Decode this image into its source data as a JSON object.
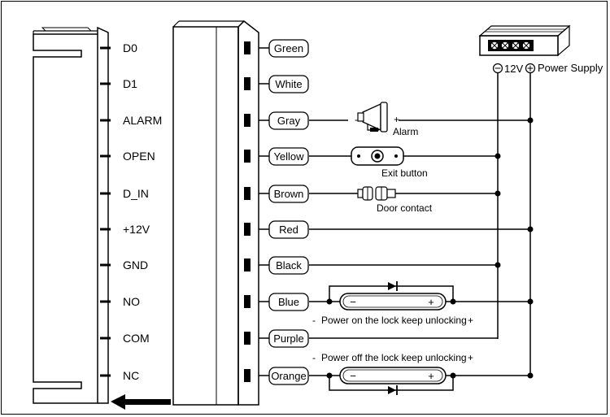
{
  "pins": [
    {
      "label": "D0",
      "wire": "Green"
    },
    {
      "label": "D1",
      "wire": "White"
    },
    {
      "label": "ALARM",
      "wire": "Gray"
    },
    {
      "label": "OPEN",
      "wire": "Yellow"
    },
    {
      "label": "D_IN",
      "wire": "Brown"
    },
    {
      "label": "+12V",
      "wire": "Red"
    },
    {
      "label": "GND",
      "wire": "Black"
    },
    {
      "label": "NO",
      "wire": "Blue"
    },
    {
      "label": "COM",
      "wire": "Purple"
    },
    {
      "label": "NC",
      "wire": "Orange"
    }
  ],
  "devices": {
    "alarm": "Alarm",
    "exit_button": "Exit button",
    "door_contact": "Door contact"
  },
  "power_supply": {
    "label": "Power Supply",
    "voltage": "12V",
    "minus": "−",
    "plus": "+"
  },
  "locks": {
    "no_caption": "Power on the lock keep unlocking",
    "nc_caption": "Power off the lock keep unlocking",
    "minus": "-",
    "plus": "+",
    "lock_minus": "−",
    "lock_plus": "+"
  },
  "alarm_signs": {
    "minus": "-",
    "plus": "+"
  }
}
